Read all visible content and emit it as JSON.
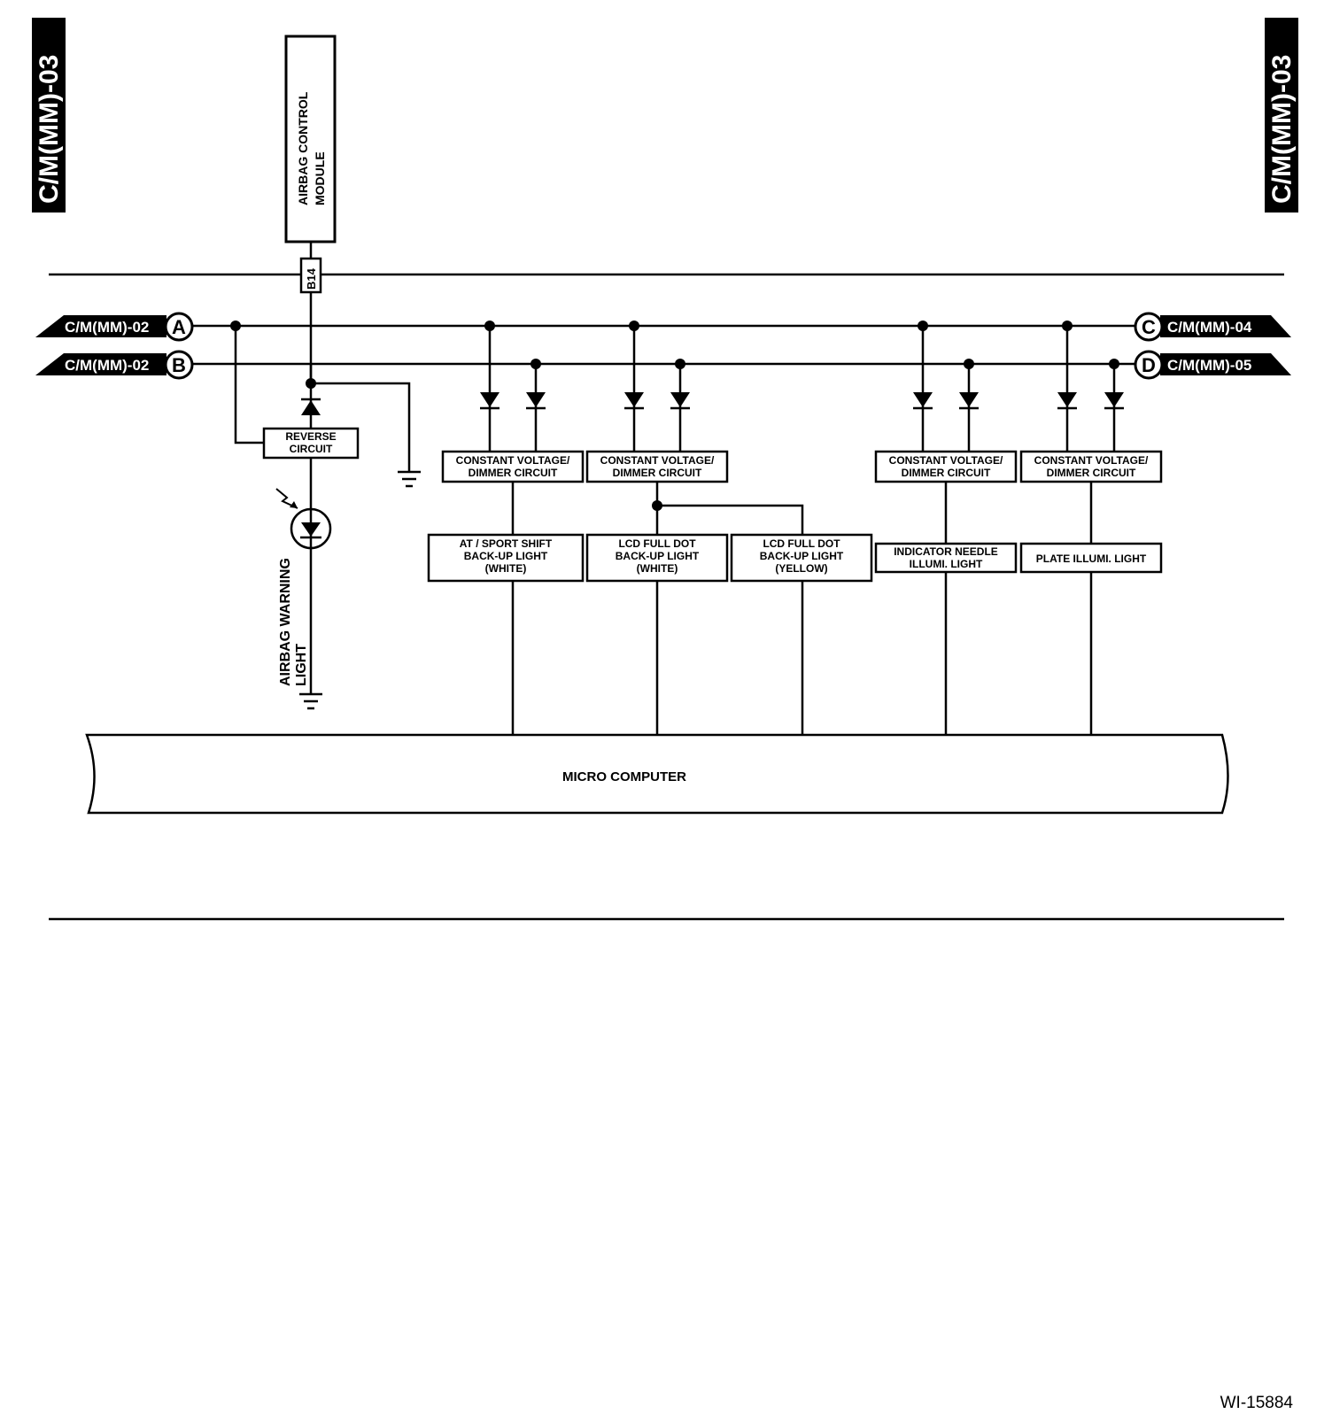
{
  "page_tag": "C/M(MM)-03",
  "airbag_module": {
    "line1": "AIRBAG CONTROL",
    "line2": "MODULE"
  },
  "connector": "B14",
  "connectors": {
    "a": {
      "ref": "C/M(MM)-02",
      "letter": "A"
    },
    "b": {
      "ref": "C/M(MM)-02",
      "letter": "B"
    },
    "c": {
      "ref": "C/M(MM)-04",
      "letter": "C"
    },
    "d": {
      "ref": "C/M(MM)-05",
      "letter": "D"
    }
  },
  "reverse_circuit": {
    "line1": "REVERSE",
    "line2": "CIRCUIT"
  },
  "warning_light": {
    "line1": "AIRBAG WARNING",
    "line2": "LIGHT"
  },
  "dimmer": {
    "line1": "CONSTANT VOLTAGE/",
    "line2": "DIMMER CIRCUIT"
  },
  "lights": {
    "l1": {
      "line1": "AT / SPORT SHIFT",
      "line2": "BACK-UP LIGHT",
      "line3": "(WHITE)"
    },
    "l2": {
      "line1": "LCD FULL DOT",
      "line2": "BACK-UP LIGHT",
      "line3": "(WHITE)"
    },
    "l3": {
      "line1": "LCD FULL DOT",
      "line2": "BACK-UP LIGHT",
      "line3": "(YELLOW)"
    },
    "l4": {
      "line1": "INDICATOR NEEDLE",
      "line2": "ILLUMI. LIGHT"
    },
    "l5": {
      "line1": "PLATE ILLUMI. LIGHT"
    }
  },
  "micro_computer": "MICRO COMPUTER",
  "figure_id": "WI-15884"
}
